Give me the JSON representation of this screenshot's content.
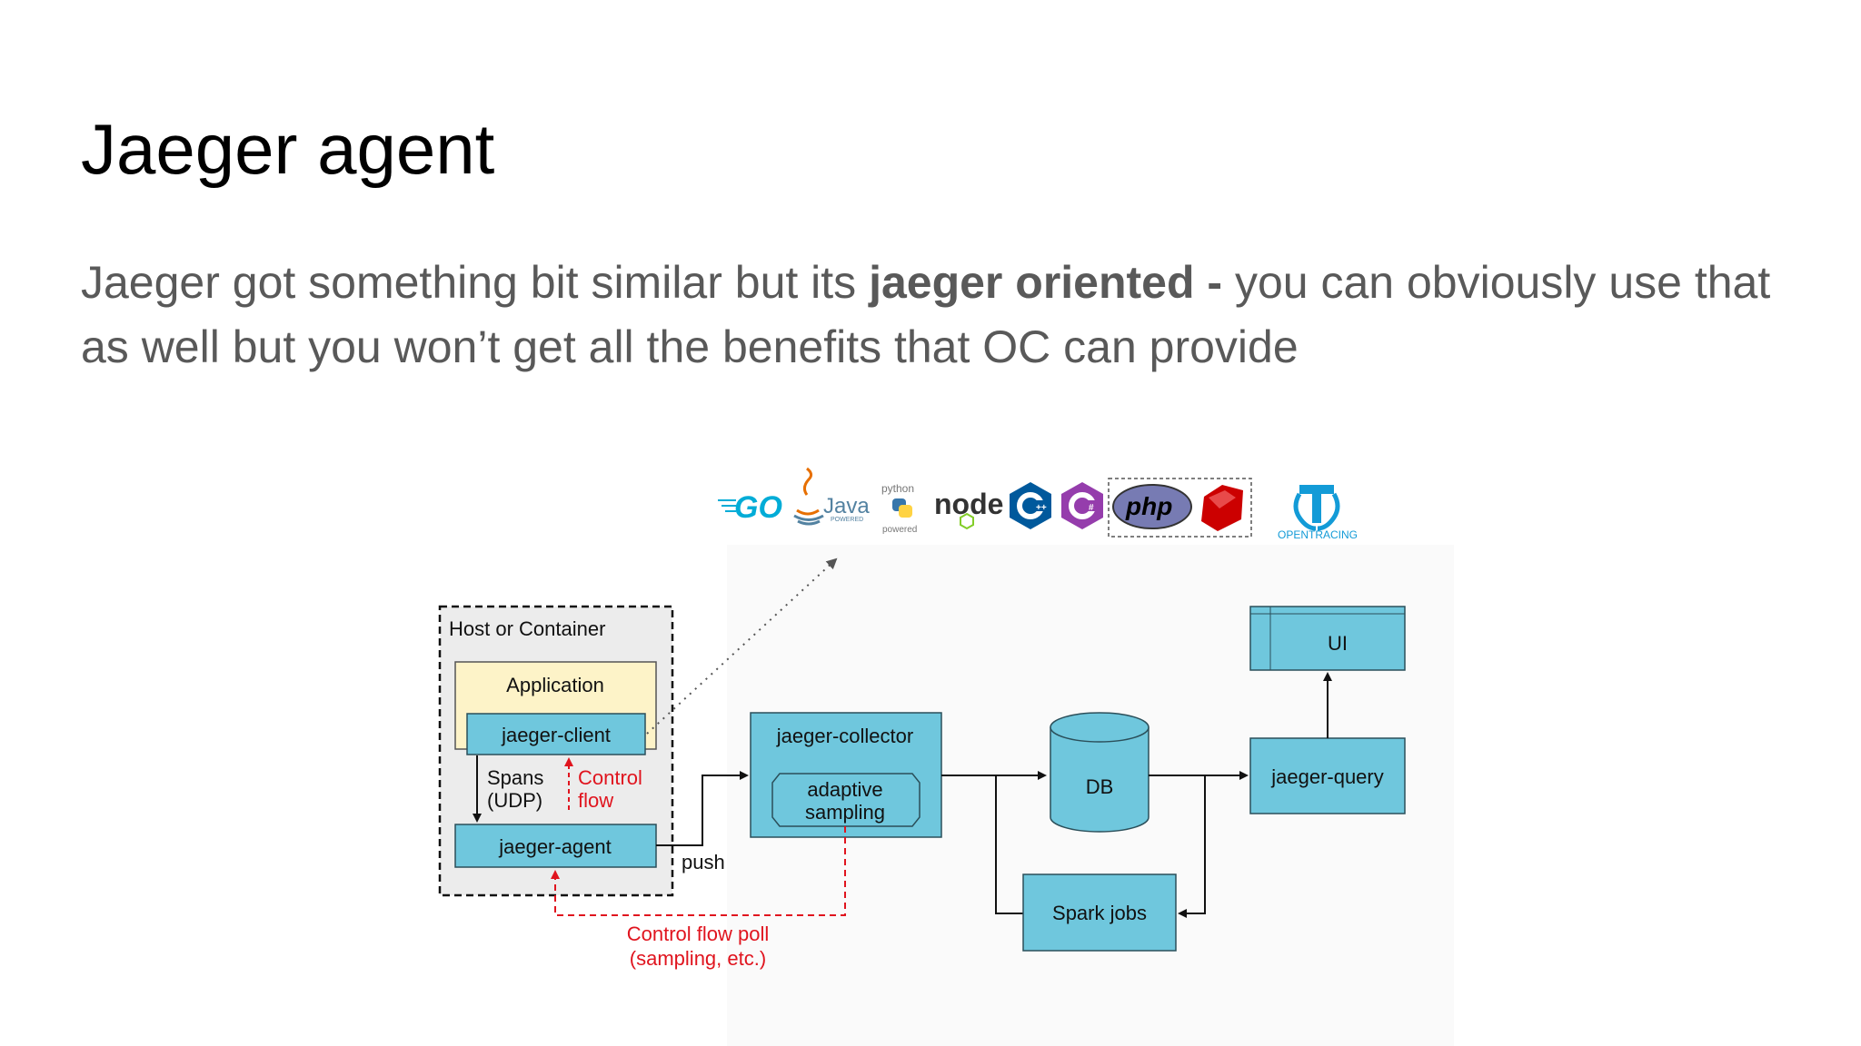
{
  "slide": {
    "title": "Jaeger agent",
    "body": {
      "part1": "Jaeger got something bit similar but its ",
      "bold": "jaeger oriented -",
      "part2": " you can obviously use that as well but you won’t get all the benefits that OC can provide"
    }
  },
  "diagram": {
    "host_label": "Host or Container",
    "application_label": "Application",
    "jaeger_client_label": "jaeger-client",
    "spans_label_1": "Spans",
    "spans_label_2": "(UDP)",
    "control_label_1": "Control",
    "control_label_2": "flow",
    "jaeger_agent_label": "jaeger-agent",
    "push_label": "push",
    "collector_label": "jaeger-collector",
    "sampling_label_1": "adaptive",
    "sampling_label_2": "sampling",
    "db_label": "DB",
    "spark_label": "Spark jobs",
    "query_label": "jaeger-query",
    "ui_label": "UI",
    "poll_label_1": "Control flow poll",
    "poll_label_2": "(sampling, etc.)",
    "logos": {
      "go": "GO",
      "java": "Java",
      "java_sub": "POWERED",
      "python_top": "python",
      "python_bottom": "powered",
      "node": "node",
      "php": "php",
      "opentracing": "OPENTRACING"
    },
    "colors": {
      "box_fill": "#6fc7dd",
      "box_stroke": "#2b4f5a",
      "app_fill": "#fdf3c8",
      "host_fill": "#ececec",
      "red": "#e0141e"
    }
  }
}
